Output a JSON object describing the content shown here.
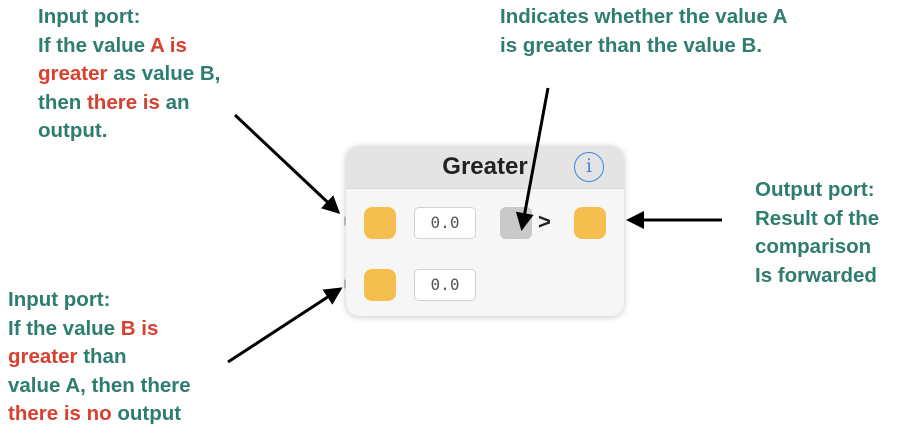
{
  "annotations": {
    "input_a": {
      "line1": "Input port:",
      "line2_pre": "If the value ",
      "line2_hl": "A is",
      "line3_hl": "greater",
      "line3_post": " as value B,",
      "line4_pre": "then ",
      "line4_hl": "there is",
      "line4_post": " an",
      "line5": "output."
    },
    "indicator": {
      "line1": "Indicates whether the value A",
      "line2": "is greater than the value B."
    },
    "output": {
      "line1": "Output port:",
      "line2": "Result of the",
      "line3": "comparison",
      "line4": "Is forwarded"
    },
    "input_b": {
      "line1": "Input port:",
      "line2_pre": "If the value ",
      "line2_hl": "B is",
      "line3_hl": "greater",
      "line3_post": " than",
      "line4": "value A, then there",
      "line5_hl": "there is no",
      "line5_post": " output"
    }
  },
  "node": {
    "title": "Greater",
    "info_glyph": "i",
    "input_a_value": "0.0",
    "input_b_value": "0.0",
    "operator": ">"
  },
  "colors": {
    "annotation_text": "#2e7d6f",
    "highlight_text": "#d8402f",
    "port": "#f5bf4f",
    "info": "#3a86e6"
  }
}
